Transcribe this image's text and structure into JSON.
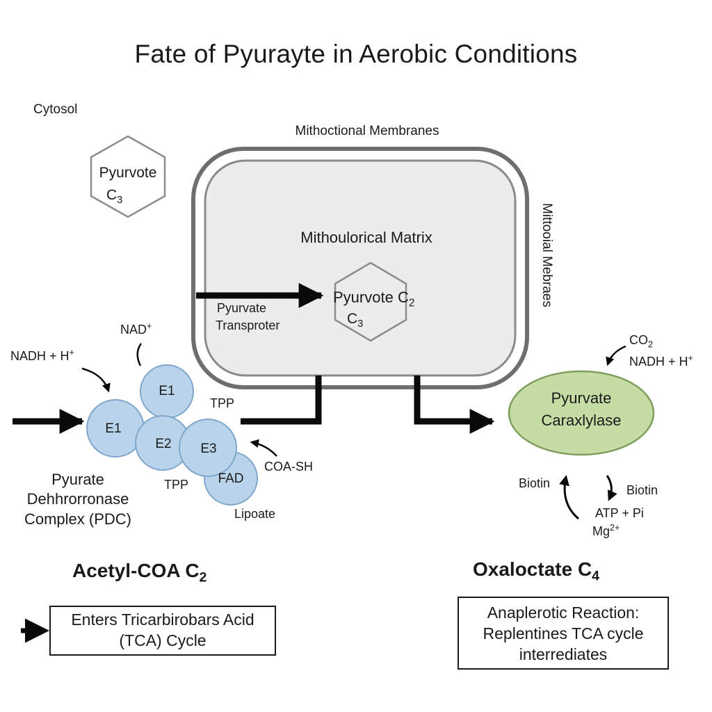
{
  "title": "Fate of Pyurayte in Aerobic Conditions",
  "compartments": {
    "cytosol": "Cytosol",
    "membrane_top": "Mithoctional Membranes",
    "membrane_side": "Mittooial Mebraes",
    "matrix": "Mithoulorical Matrix"
  },
  "cytosol_pyruvate": {
    "name": "Pyurvote",
    "carbon": "C",
    "carbon_sub": "3"
  },
  "matrix_pyruvate": {
    "name": "Pyurvote",
    "carbon": "C",
    "carbon_sub": "3",
    "extra": "C",
    "extra_sub": "2"
  },
  "transporter": {
    "line1": "Pyurvate",
    "line2": "Transproter"
  },
  "pdc": {
    "cofactors": {
      "nad": "NAD",
      "nad_sup": "+",
      "nadh": "NADH + H",
      "nadh_sup": "+",
      "tpp_top": "TPP",
      "tpp_bottom": "TPP",
      "coash": "COA-SH",
      "lipoate": "Lipoate"
    },
    "subunits": {
      "e1_top": "E1",
      "e1_left": "E1",
      "e2": "E2",
      "e3": "E3",
      "fad": "FAD"
    },
    "name_line1": "Pyurate",
    "name_line2": "Dehhrorronase",
    "name_line3": "Complex (PDC)"
  },
  "pc": {
    "name_line1": "Pyurvate",
    "name_line2": "Caraxlylase",
    "co2": "CO",
    "co2_sub": "2",
    "nadh": "NADH + H",
    "nadh_sup": "+",
    "biotin_left": "Biotin",
    "biotin_right": "Biotin",
    "atp": "ATP + Pi",
    "mg": "Mg",
    "mg_sup": "2+"
  },
  "products": {
    "acetyl": "Acetyl-COA C",
    "acetyl_sub": "2",
    "acetyl_box_line1": "Enters Tricarbirobars Acid",
    "acetyl_box_line2": "(TCA) Cycle",
    "oxalo": "Oxaloctate C",
    "oxalo_sub": "4",
    "oxalo_box_line1": "Anaplerotic Reaction:",
    "oxalo_box_line2": "Replentines TCA cycle",
    "oxalo_box_line3": "interrediates"
  },
  "colors": {
    "membrane": "#6e6e6e",
    "matrix_fill": "#ececec",
    "pdc_fill": "#b9d4ea",
    "pdc_stroke": "#7ea6cc",
    "pc_fill": "#c5dca4",
    "pc_stroke": "#7f9e5d",
    "arrow": "#0a0a0a"
  }
}
